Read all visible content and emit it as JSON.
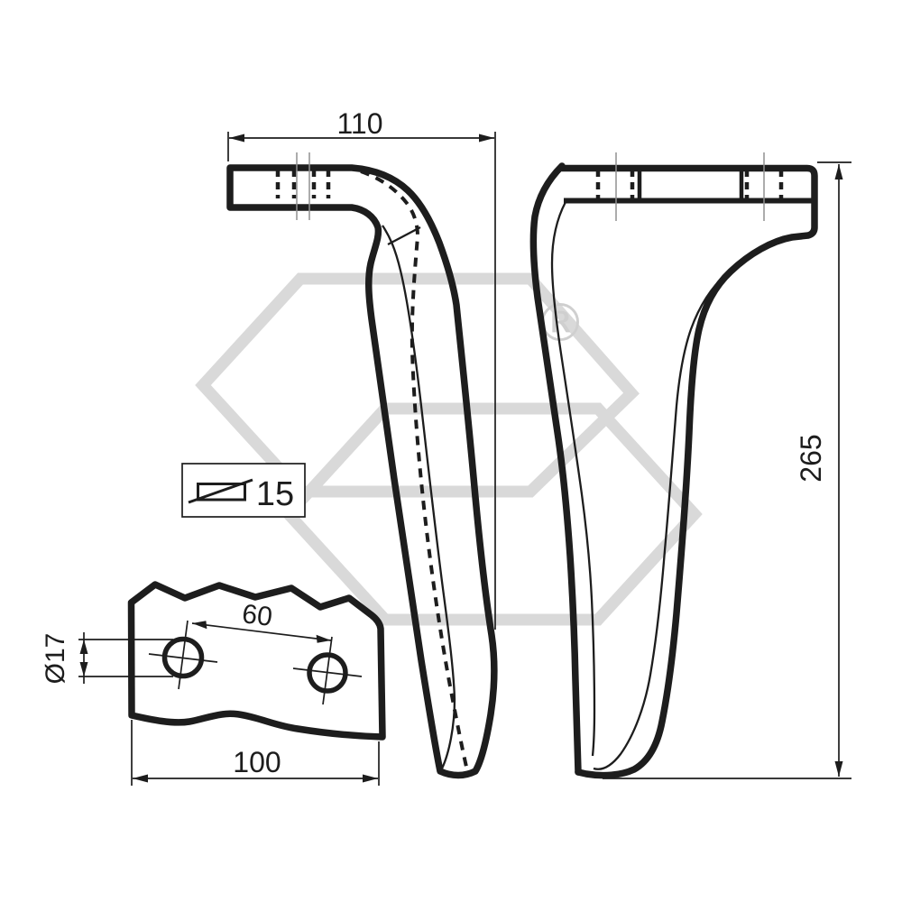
{
  "drawing": {
    "dim_arm_width": "110",
    "dim_overall_height": "265",
    "dim_hole_spacing": "60",
    "dim_plate_width": "100",
    "dim_hole_diameter": "Ø17",
    "dim_thickness": "15",
    "registered_mark": "®",
    "colors": {
      "line": "#1d1d1d",
      "watermark": "#d9d9d9",
      "background": "#ffffff"
    }
  }
}
